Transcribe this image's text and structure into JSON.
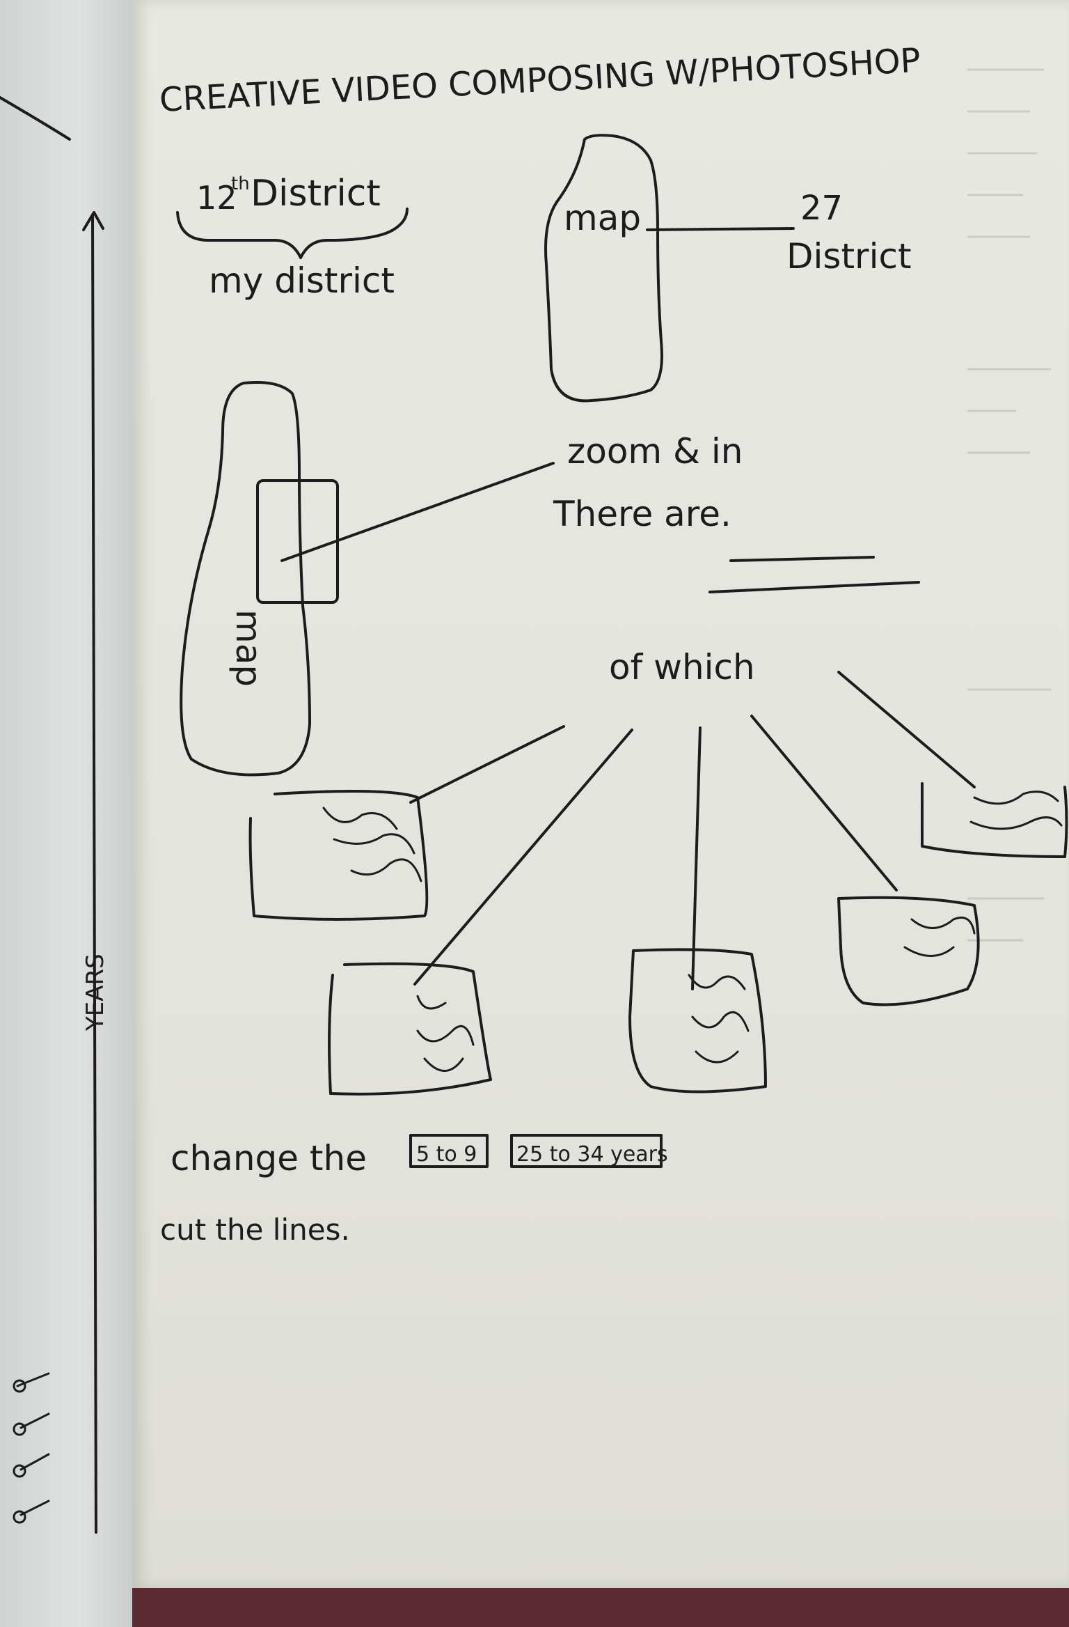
{
  "title": "CREATIVE VIDEO COMPOSING W/PHOTOSHOP",
  "district_label": "12th District",
  "district_sup": "th",
  "district_main": "12",
  "district_rest": " District",
  "my_district": "my district",
  "map_label": "map",
  "rotated_map_label": "map",
  "district_number": "27",
  "district_word": "District",
  "zoom_in": "zoom & in",
  "there_are": "There are.",
  "of_which": "of which",
  "axis_label": "YEARS",
  "change_the": "change the",
  "box_a": "5 to 9",
  "box_b": "25 to 34 years",
  "cut_lines": "cut the lines.",
  "colors": {
    "ink": "#1c1c1c",
    "paper": "#e6e6e0",
    "cover": "#5b2a32"
  }
}
